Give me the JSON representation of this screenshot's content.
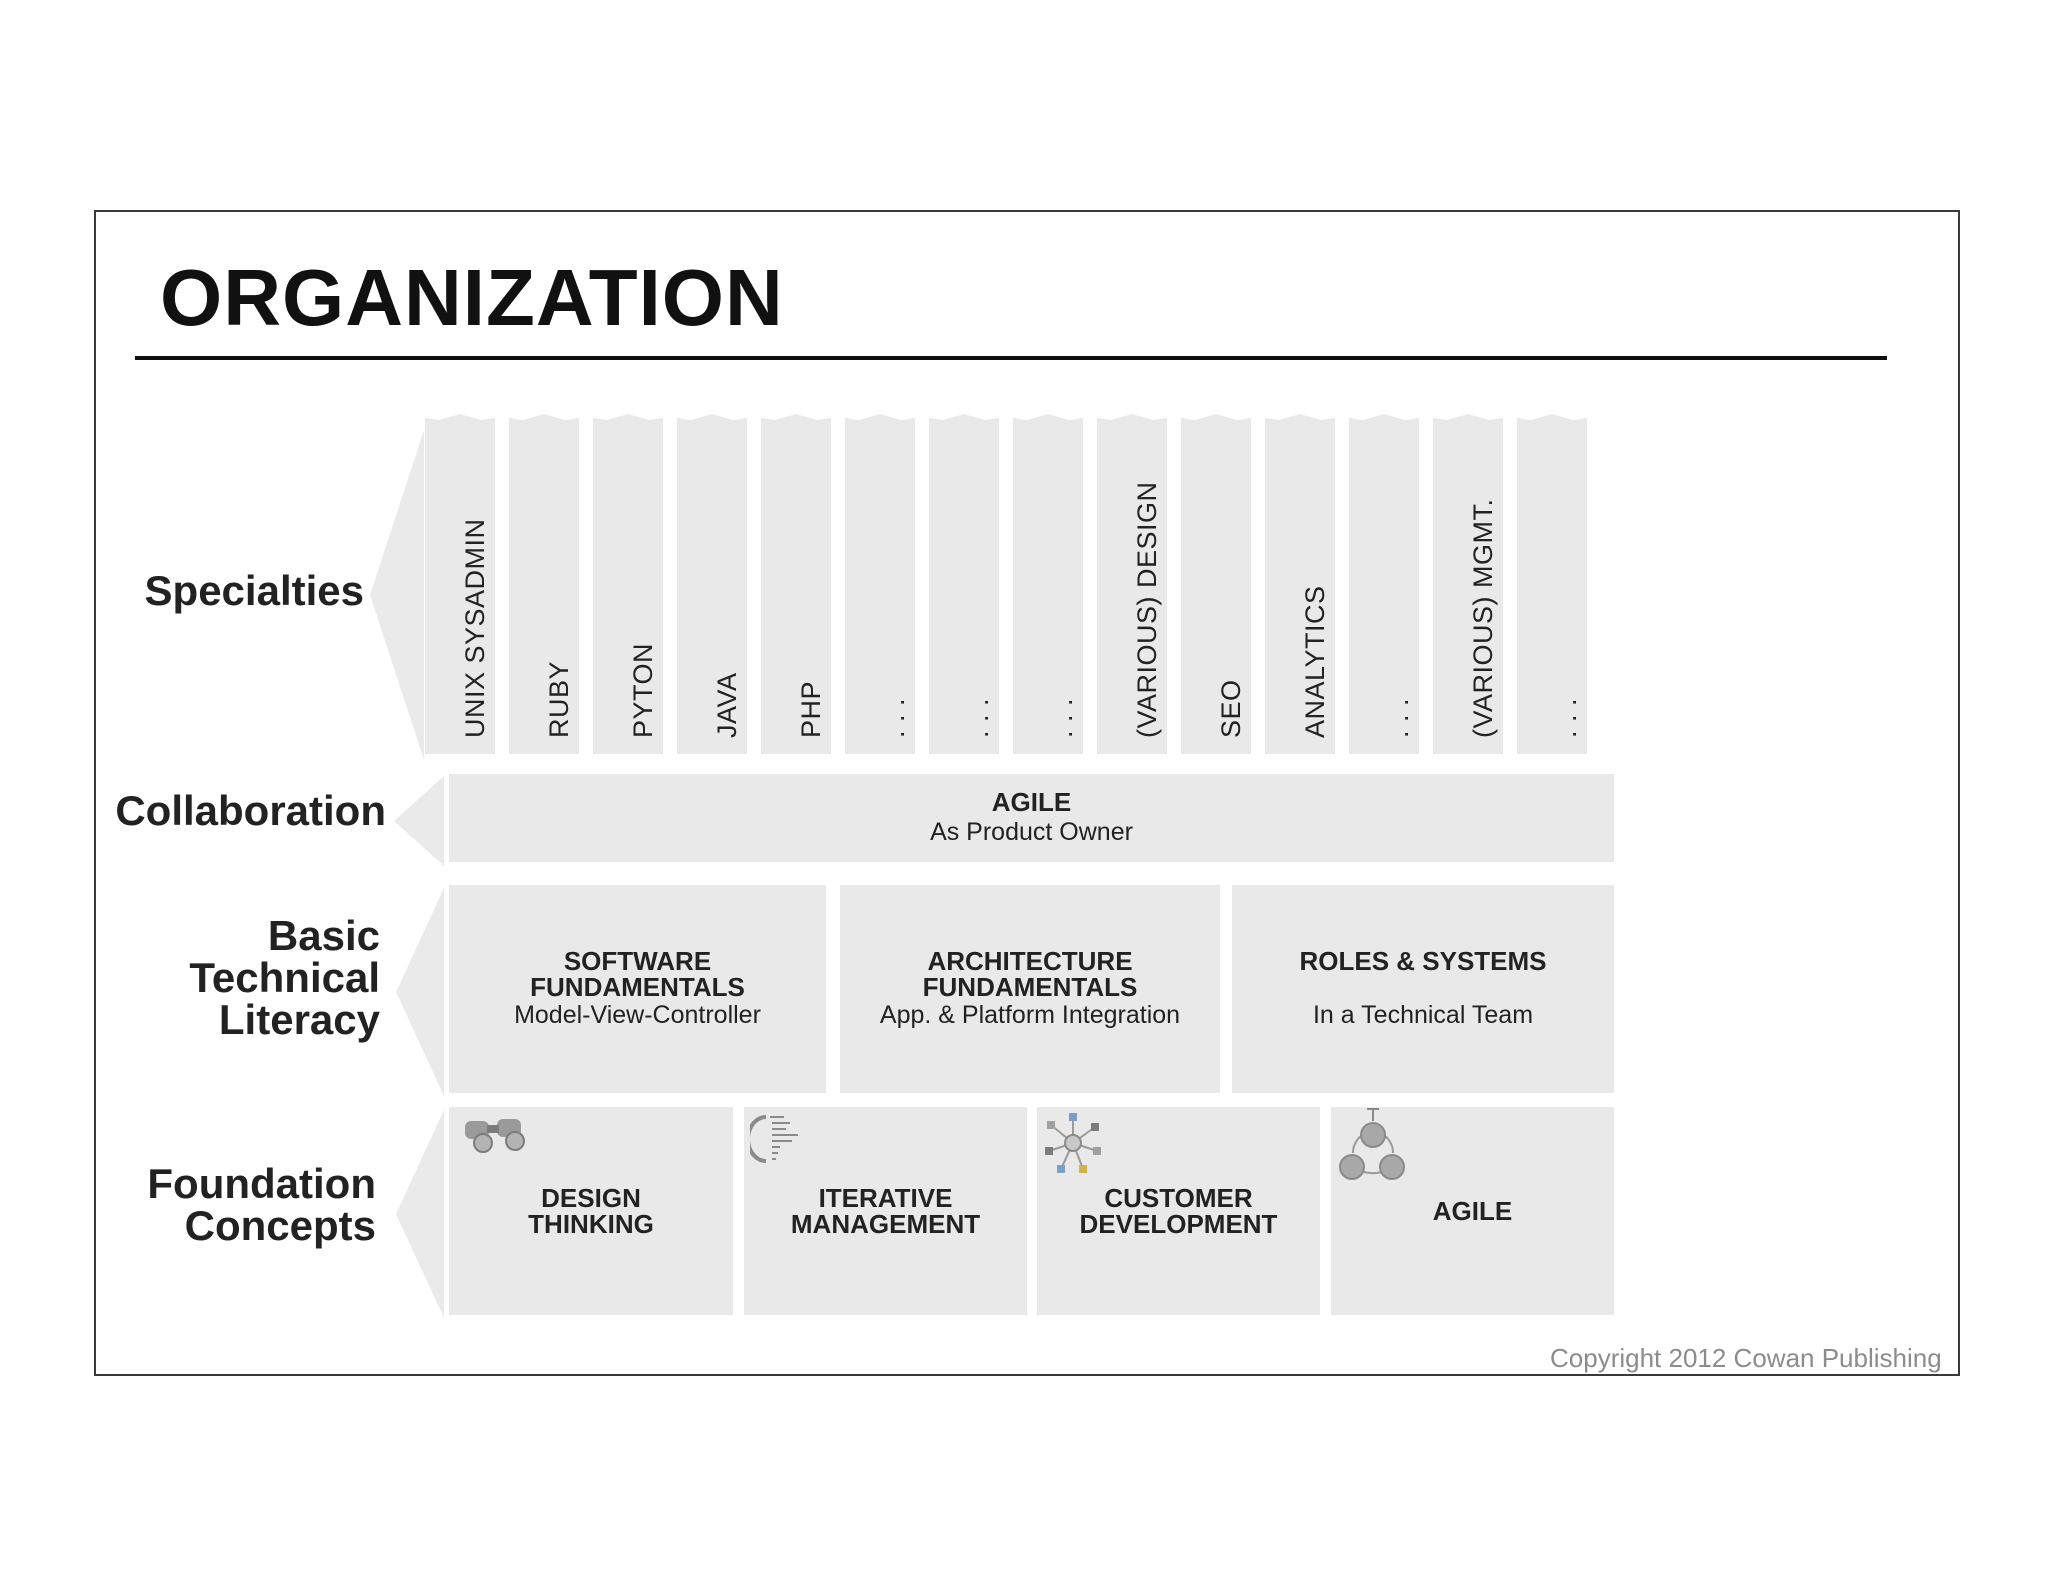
{
  "title": "ORGANIZATION",
  "rows": {
    "specialties": "Specialties",
    "collaboration": "Collaboration",
    "basic_line1": "Basic",
    "basic_line2": "Technical",
    "basic_line3": "Literacy",
    "foundation_line1": "Foundation",
    "foundation_line2": "Concepts"
  },
  "specialties": [
    "UNIX SYSADMIN",
    "RUBY",
    "PYTON",
    "JAVA",
    "PHP",
    ". . .",
    ". . .",
    ". . .",
    "(VARIOUS) DESIGN",
    "SEO",
    "ANALYTICS",
    ". . .",
    "(VARIOUS) MGMT.",
    ". . ."
  ],
  "collaboration": {
    "title": "AGILE",
    "subtitle": "As Product Owner"
  },
  "basic": [
    {
      "line1": "SOFTWARE",
      "line2": "FUNDAMENTALS",
      "sub": "Model-View-Controller"
    },
    {
      "line1": "ARCHITECTURE",
      "line2": "FUNDAMENTALS",
      "sub": "App. & Platform Integration"
    },
    {
      "line1": "ROLES & SYSTEMS",
      "line2": "",
      "sub": "In a Technical Team"
    }
  ],
  "foundation": [
    {
      "line1": "DESIGN",
      "line2": "THINKING",
      "icon": "binoculars-icon"
    },
    {
      "line1": "ITERATIVE",
      "line2": "MANAGEMENT",
      "icon": "outline-icon"
    },
    {
      "line1": "CUSTOMER",
      "line2": "DEVELOPMENT",
      "icon": "hub-icon"
    },
    {
      "line1": "AGILE",
      "line2": "",
      "icon": "cycle-icon"
    }
  ],
  "copyright": "Copyright 2012 Cowan Publishing",
  "colors": {
    "box": "#e9e9e9",
    "text": "#222222",
    "copyright": "#8c8c8c"
  }
}
